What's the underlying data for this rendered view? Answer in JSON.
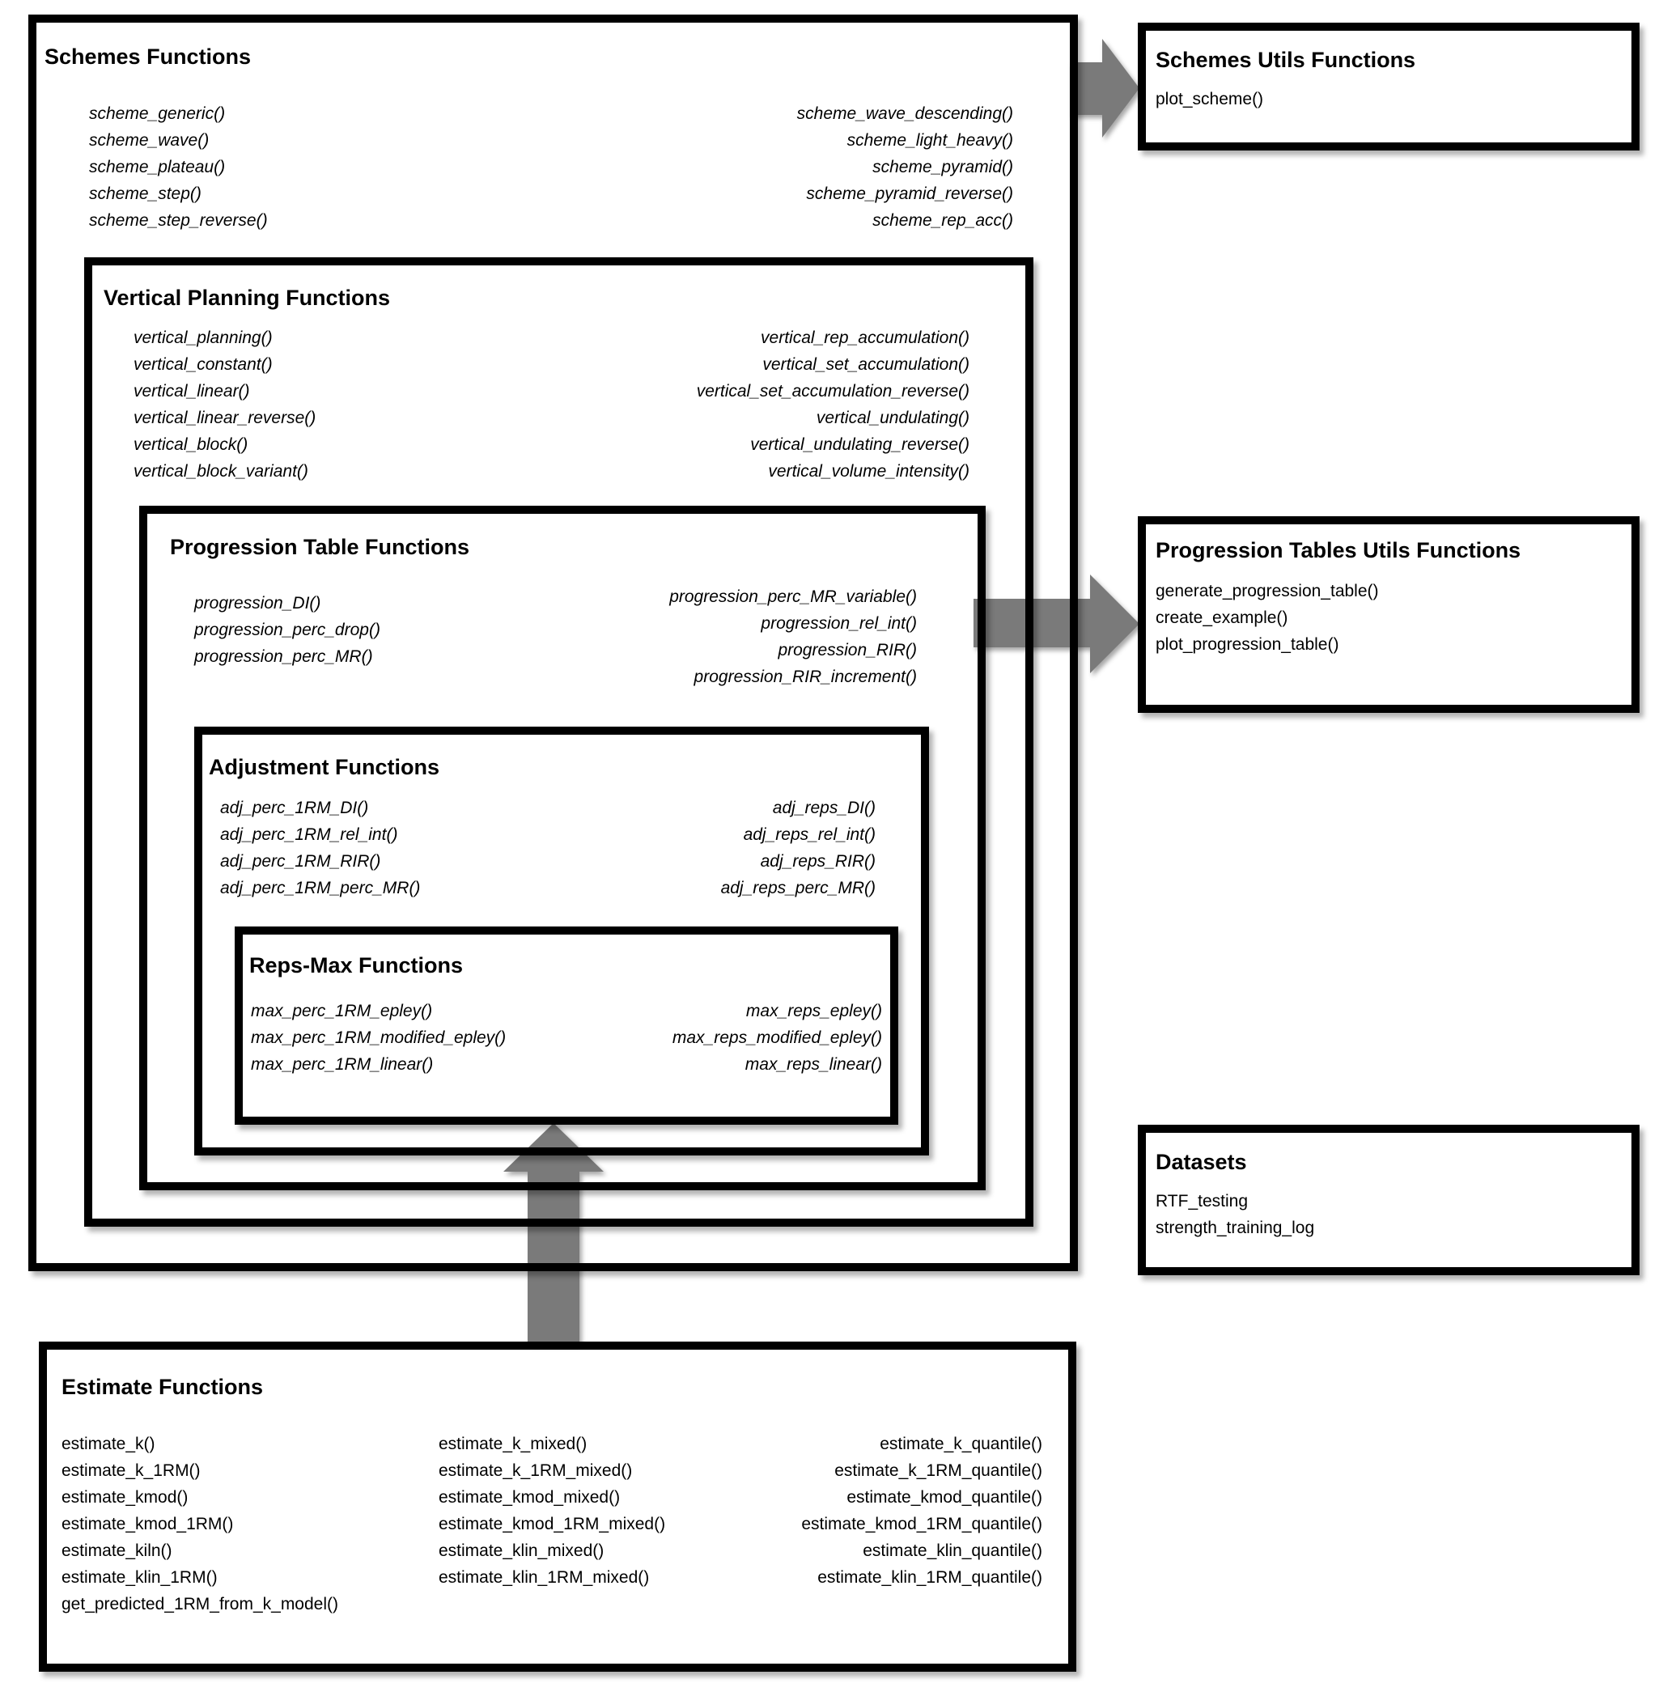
{
  "colors": {
    "border": "#000000",
    "arrow": "#7a7a7a",
    "background": "#ffffff"
  },
  "boxes": {
    "schemes": {
      "title": "Schemes Functions",
      "col_left": [
        "scheme_generic()",
        "scheme_wave()",
        "scheme_plateau()",
        "scheme_step()",
        "scheme_step_reverse()"
      ],
      "col_right": [
        "scheme_wave_descending()",
        "scheme_light_heavy()",
        "scheme_pyramid()",
        "scheme_pyramid_reverse()",
        "scheme_rep_acc()"
      ]
    },
    "vertical": {
      "title": "Vertical Planning Functions",
      "col_left": [
        "vertical_planning()",
        "vertical_constant()",
        "vertical_linear()",
        "vertical_linear_reverse()",
        "vertical_block()",
        "vertical_block_variant()"
      ],
      "col_right": [
        "vertical_rep_accumulation()",
        "vertical_set_accumulation()",
        "vertical_set_accumulation_reverse()",
        "vertical_undulating()",
        "vertical_undulating_reverse()",
        "vertical_volume_intensity()"
      ]
    },
    "progression": {
      "title": "Progression Table Functions",
      "col_left": [
        "progression_DI()",
        "progression_perc_drop()",
        "progression_perc_MR()"
      ],
      "col_right": [
        "progression_perc_MR_variable()",
        "progression_rel_int()",
        "progression_RIR()",
        "progression_RIR_increment()"
      ]
    },
    "adjustment": {
      "title": "Adjustment Functions",
      "col_left": [
        "adj_perc_1RM_DI()",
        "adj_perc_1RM_rel_int()",
        "adj_perc_1RM_RIR()",
        "adj_perc_1RM_perc_MR()"
      ],
      "col_right": [
        "adj_reps_DI()",
        "adj_reps_rel_int()",
        "adj_reps_RIR()",
        "adj_reps_perc_MR()"
      ]
    },
    "reps_max": {
      "title": "Reps-Max Functions",
      "col_left": [
        "max_perc_1RM_epley()",
        "max_perc_1RM_modified_epley()",
        "max_perc_1RM_linear()"
      ],
      "col_right": [
        "max_reps_epley()",
        "max_reps_modified_epley()",
        "max_reps_linear()"
      ]
    },
    "schemes_utils": {
      "title": "Schemes Utils Functions",
      "items": [
        "plot_scheme()"
      ]
    },
    "progression_utils": {
      "title": "Progression Tables Utils Functions",
      "items": [
        "generate_progression_table()",
        "create_example()",
        "plot_progression_table()"
      ]
    },
    "datasets": {
      "title": "Datasets",
      "items": [
        "RTF_testing",
        "strength_training_log"
      ]
    },
    "estimate": {
      "title": "Estimate Functions",
      "col_left": [
        "estimate_k()",
        "estimate_k_1RM()",
        "estimate_kmod()",
        "estimate_kmod_1RM()",
        "estimate_kiln()",
        "estimate_klin_1RM()",
        "get_predicted_1RM_from_k_model()"
      ],
      "col_mid": [
        "estimate_k_mixed()",
        "estimate_k_1RM_mixed()",
        "estimate_kmod_mixed()",
        "estimate_kmod_1RM_mixed()",
        "estimate_klin_mixed()",
        "estimate_klin_1RM_mixed()"
      ],
      "col_right": [
        "estimate_k_quantile()",
        "estimate_k_1RM_quantile()",
        "estimate_kmod_quantile()",
        "estimate_kmod_1RM_quantile()",
        "estimate_klin_quantile()",
        "estimate_klin_1RM_quantile()"
      ]
    }
  }
}
